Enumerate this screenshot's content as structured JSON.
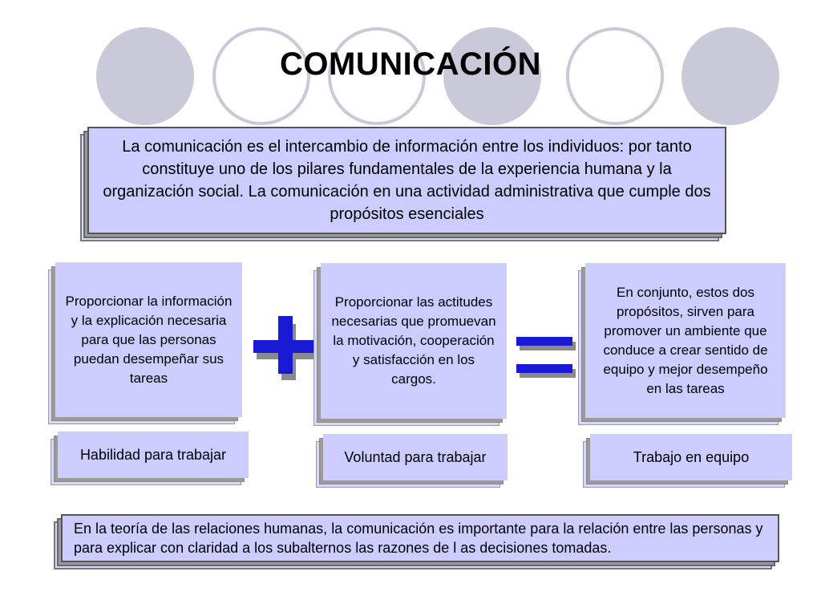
{
  "title": "COMUNICACIÓN",
  "intro": "La comunicación es el intercambio de información entre los individuos: por tanto constituye uno de los pilares fundamentales de la experiencia humana y la organización social. La comunicación en una actividad administrativa que cumple dos propósitos esenciales",
  "columns": [
    {
      "description": "Proporcionar la información y la explicación necesaria para que las personas puedan desempeñar sus tareas",
      "label": "Habilidad para trabajar"
    },
    {
      "description": "Proporcionar las actitudes necesarias que promuevan la motivación, cooperación y satisfacción en los cargos.",
      "label": "Voluntad para trabajar"
    },
    {
      "description": "En conjunto, estos dos propósitos, sirven para promover un ambiente que conduce a crear sentido de equipo y mejor desempeño en las tareas",
      "label": "Trabajo en equipo"
    }
  ],
  "footer": "En la teoría de las relaciones humanas, la comunicación es importante para la relación entre las personas y para explicar con claridad a los subalternos las razones de l as decisiones tomadas.",
  "operators": [
    "plus-icon",
    "equals-icon"
  ],
  "colors": {
    "panel": "#ccccff",
    "operator": "#1a1ad6",
    "decor_circle": "#c9c9d9"
  }
}
